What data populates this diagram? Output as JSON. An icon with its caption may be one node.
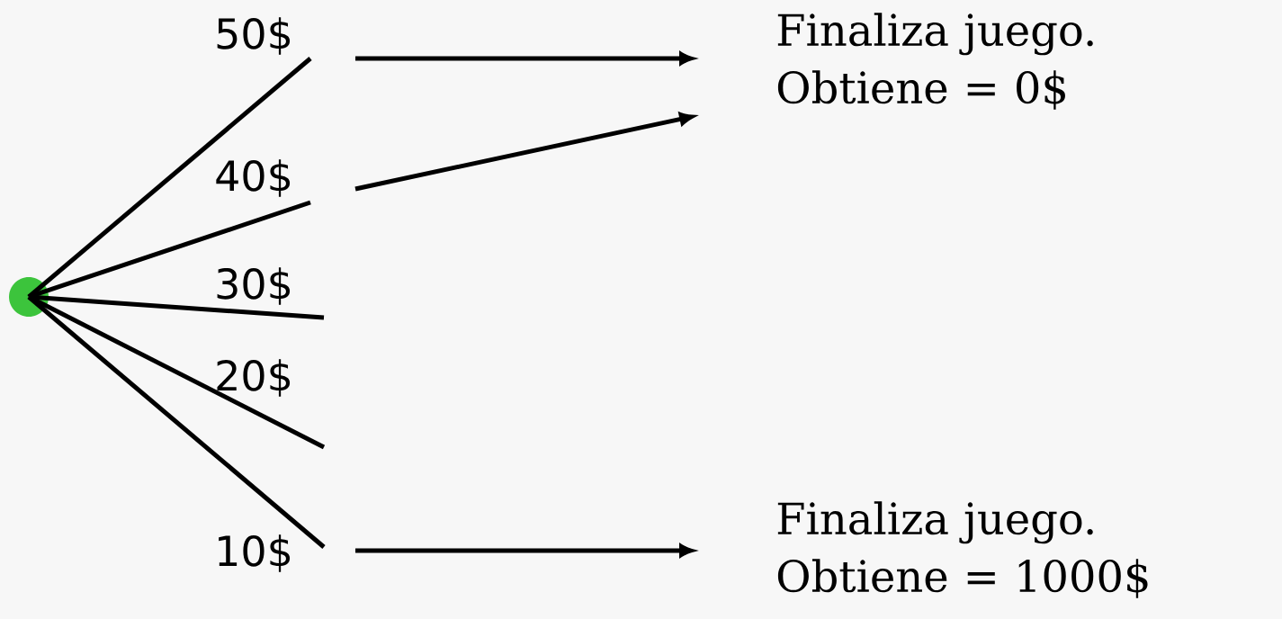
{
  "diagram": {
    "nodes": [
      {
        "text": [],
        "shape": "circle"
      },
      {
        "text": [
          "Finaliza juego. Obtiene = 0$"
        ]
      },
      {
        "text": [
          "Finaliza juego. Obtiene = 1000$"
        ]
      }
    ],
    "edges": [
      {
        "from": 0,
        "to": null,
        "arrow": "none"
      },
      {
        "from": 0,
        "to": null,
        "arrow": "none"
      },
      {
        "from": 0,
        "to": null,
        "arrow": "none"
      },
      {
        "from": 0,
        "to": null,
        "arrow": "none"
      },
      {
        "from": 0,
        "to": null,
        "arrow": "none"
      },
      {
        "from": null,
        "to": 1,
        "arrow": "to"
      },
      {
        "from": null,
        "to": 1,
        "arrow": "to"
      },
      {
        "from": null,
        "to": 2,
        "arrow": "to"
      }
    ],
    "labels": [
      "50$",
      "40$",
      "30$",
      "20$",
      "10$"
    ]
  }
}
